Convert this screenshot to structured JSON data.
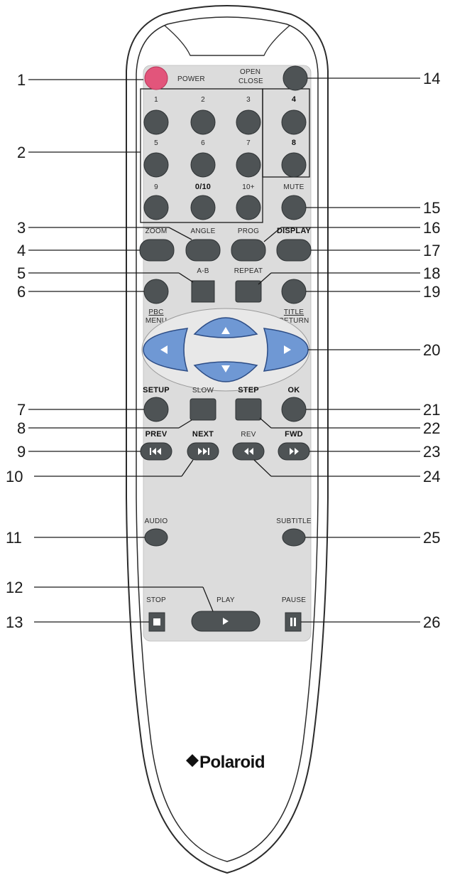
{
  "remote": {
    "brand": "Polaroid",
    "colors": {
      "body": "#ffffff",
      "panel": "#dcdcdc",
      "button": "#4e5355",
      "power": "#e2557b",
      "nav": "#6f98d4"
    },
    "labels": {
      "power": "POWER",
      "open": "OPEN",
      "close": "CLOSE",
      "k1": "1",
      "k2": "2",
      "k3": "3",
      "k4": "4",
      "k5": "5",
      "k6": "6",
      "k7": "7",
      "k8": "8",
      "k9": "9",
      "k010": "0/10",
      "k10plus": "10+",
      "mute": "MUTE",
      "zoom": "ZOOM",
      "angle": "ANGLE",
      "prog": "PROG",
      "display": "DISPLAY",
      "ab": "A-B",
      "repeat": "REPEAT",
      "pbc": "PBC",
      "menu": "MENU",
      "title": "TITLE",
      "return": "RETURN",
      "setup": "SETUP",
      "slow": "SLOW",
      "step": "STEP",
      "ok": "OK",
      "prev": "PREV",
      "next": "NEXT",
      "rev": "REV",
      "fwd": "FWD",
      "audio": "AUDIO",
      "subtitle": "SUBTITLE",
      "stop": "STOP",
      "play": "PLAY",
      "pause": "PAUSE"
    }
  },
  "callouts": {
    "n1": "1",
    "n2": "2",
    "n3": "3",
    "n4": "4",
    "n5": "5",
    "n6": "6",
    "n7": "7",
    "n8": "8",
    "n9": "9",
    "n10": "10",
    "n11": "11",
    "n12": "12",
    "n13": "13",
    "n14": "14",
    "n15": "15",
    "n16": "16",
    "n17": "17",
    "n18": "18",
    "n19": "19",
    "n20": "20",
    "n21": "21",
    "n22": "22",
    "n23": "23",
    "n24": "24",
    "n25": "25",
    "n26": "26"
  }
}
